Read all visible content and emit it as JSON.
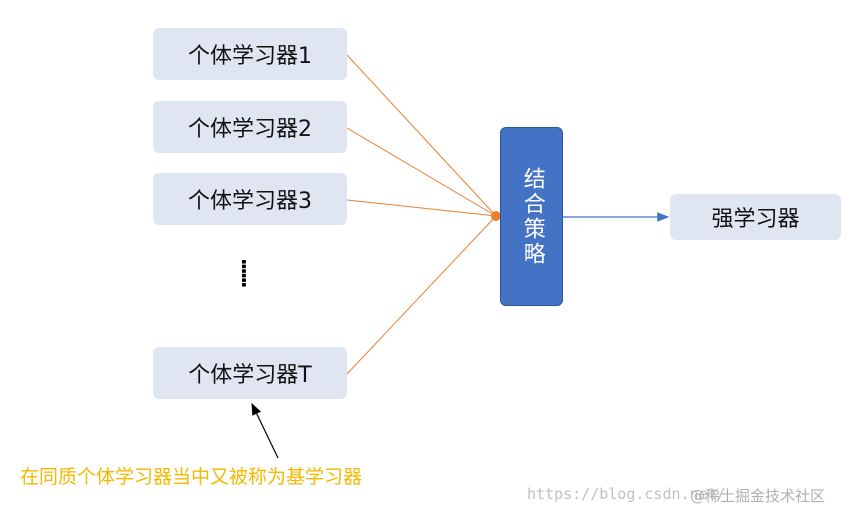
{
  "learners": [
    {
      "label": "个体学习器1"
    },
    {
      "label": "个体学习器2"
    },
    {
      "label": "个体学习器3"
    },
    {
      "label": "个体学习器T"
    }
  ],
  "ellipsis": "......",
  "combine_label": "结合策略",
  "strong_label": "强学习器",
  "note": "在同质个体学习器当中又被称为基学习器",
  "watermark": "https://blog.csdn.net/",
  "watermark_brand": "@稀土掘金技术社区",
  "colors": {
    "learner_fill": "#dfe5f1",
    "combine_fill": "#4472c4",
    "orange_line": "#ed7d31",
    "blue_arrow": "#4472c4",
    "note": "#f5b800"
  }
}
